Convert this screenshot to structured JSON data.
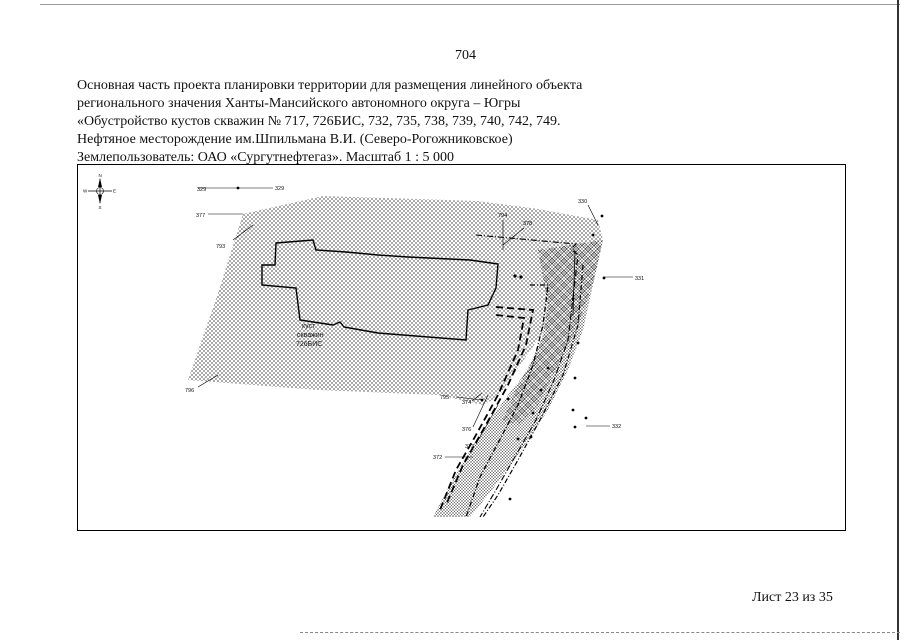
{
  "page_number": "704",
  "heading": {
    "lines": [
      "Основная часть проекта планировки территории для размещения линейного объекта",
      "регионального значения Ханты-Мансийского автономного округа – Югры",
      "«Обустройство кустов скважин № 717, 726БИС, 732, 735, 738, 739, 740, 742, 749.",
      "Нефтяное месторождение им.Шпильмана В.И. (Северо-Рогожниковское)",
      "Землепользователь: ОАО «Сургутнефтегаз». Масштаб 1 : 5 000"
    ]
  },
  "map": {
    "compass": {
      "north": "N",
      "south": "S",
      "west": "W",
      "east": "E"
    },
    "cluster_label": [
      "куст",
      "скважин",
      "726БИС"
    ],
    "point_labels": {
      "p329a": "329",
      "p329b": "329",
      "p377": "377",
      "p793": "793",
      "p794": "794",
      "p378": "378",
      "p330": "330",
      "p331": "331",
      "p796": "796",
      "p795": "795",
      "p374": "374",
      "p376": "376",
      "p373": "373",
      "p372": "372",
      "p332": "332"
    }
  },
  "footer": {
    "sheet": "Лист 23 из 35"
  }
}
